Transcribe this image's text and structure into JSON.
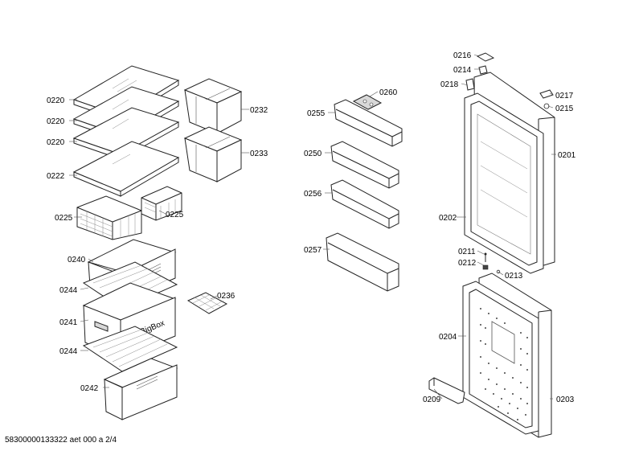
{
  "labels": {
    "shelf_1": "0220",
    "shelf_2": "0220",
    "shelf_3": "0220",
    "shelf_4": "0222",
    "basket_left": "0225",
    "basket_right": "0225",
    "small_shelf_1": "0232",
    "small_shelf_2": "0233",
    "drawer_1": "0240",
    "grid_1": "0244",
    "drawer_2": "0241",
    "grid_2": "0244",
    "drawer_3": "0242",
    "ice_tray": "0236",
    "butter_lid": "0260",
    "door_shelf_1": "0255",
    "door_shelf_2": "0250",
    "door_shelf_3": "0256",
    "door_shelf_4": "0257",
    "hinge_cap_top": "0216",
    "hinge_top": "0214",
    "cover_top": "0218",
    "cover_right": "0217",
    "bushing_right": "0215",
    "upper_door": "0201",
    "upper_gasket": "0202",
    "pin_a": "0211",
    "pin_b": "0212",
    "pin_c": "0213",
    "lower_gasket": "0204",
    "lower_door": "0203",
    "handle": "0209"
  },
  "drawer_brand": "BigBox",
  "footer": "58300000133322 aet 000 a 2/4"
}
